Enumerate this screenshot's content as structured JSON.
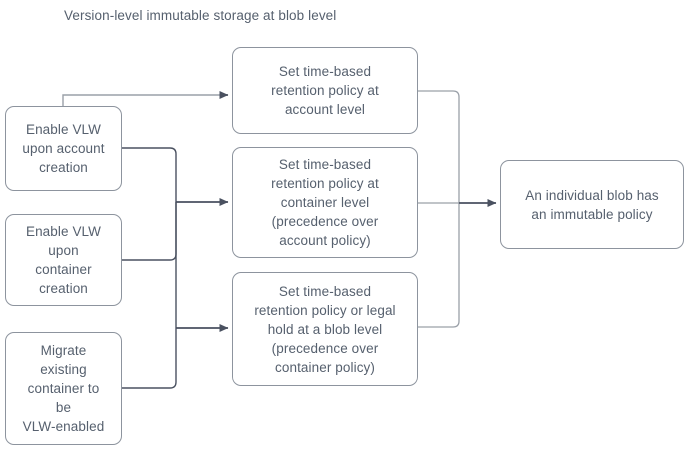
{
  "diagram": {
    "title": "Version-level immutable storage at blob level",
    "type": "flowchart",
    "colors": {
      "background": "#ffffff",
      "node_border": "#8d949e",
      "node_fill": "#ffffff",
      "text": "#56606e",
      "edge_dark": "#4a5160",
      "edge_light": "#9aa0a8"
    },
    "nodes": [
      {
        "id": "enable-vlw-account",
        "label": "Enable VLW\nupon account\ncreation",
        "column": "left"
      },
      {
        "id": "enable-vlw-container",
        "label": "Enable VLW\nupon\ncontainer\ncreation",
        "column": "left"
      },
      {
        "id": "migrate-container",
        "label": "Migrate\nexisting\ncontainer to\nbe\nVLW-enabled",
        "column": "left"
      },
      {
        "id": "account-retention-policy",
        "label": "Set time-based\nretention policy at\naccount level",
        "column": "middle"
      },
      {
        "id": "container-retention-policy",
        "label": "Set time-based\nretention policy at\ncontainer level\n(precedence over\naccount policy)",
        "column": "middle"
      },
      {
        "id": "blob-retention-policy",
        "label": "Set time-based\nretention policy or legal\nhold at a blob level\n(precedence over\ncontainer policy)",
        "column": "middle"
      },
      {
        "id": "immutable-outcome",
        "label": "An individual blob has\nan immutable policy",
        "column": "right"
      }
    ],
    "edges": [
      {
        "from": "enable-vlw-account",
        "to": "account-retention-policy"
      },
      {
        "from": "enable-vlw-account",
        "to": "container-retention-policy"
      },
      {
        "from": "enable-vlw-account",
        "to": "blob-retention-policy"
      },
      {
        "from": "enable-vlw-container",
        "to": "container-retention-policy"
      },
      {
        "from": "enable-vlw-container",
        "to": "blob-retention-policy"
      },
      {
        "from": "migrate-container",
        "to": "container-retention-policy"
      },
      {
        "from": "migrate-container",
        "to": "blob-retention-policy"
      },
      {
        "from": "account-retention-policy",
        "to": "immutable-outcome"
      },
      {
        "from": "container-retention-policy",
        "to": "immutable-outcome"
      },
      {
        "from": "blob-retention-policy",
        "to": "immutable-outcome"
      }
    ]
  }
}
